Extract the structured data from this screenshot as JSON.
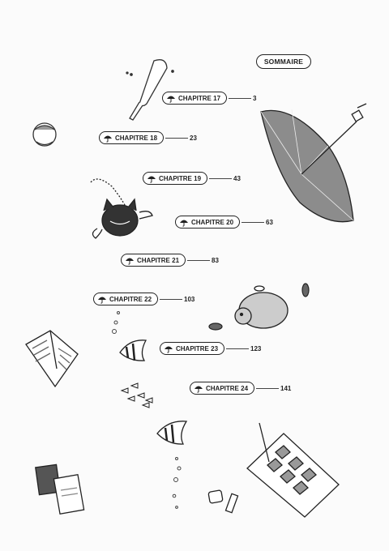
{
  "title": "SOMMAIRE",
  "chapters": [
    {
      "label": "CHAPITRE 17",
      "page": "3"
    },
    {
      "label": "CHAPITRE 18",
      "page": "23"
    },
    {
      "label": "CHAPITRE 19",
      "page": "43"
    },
    {
      "label": "CHAPITRE 20",
      "page": "63"
    },
    {
      "label": "CHAPITRE 21",
      "page": "83"
    },
    {
      "label": "CHAPITRE 22",
      "page": "103"
    },
    {
      "label": "CHAPITRE 23",
      "page": "123"
    },
    {
      "label": "CHAPITRE 24",
      "page": "141"
    }
  ],
  "colors": {
    "ink": "#222222",
    "paper": "#fbfbfb",
    "umbrella": "#8c8c8c"
  },
  "icons": [
    "umbrella-icon"
  ]
}
